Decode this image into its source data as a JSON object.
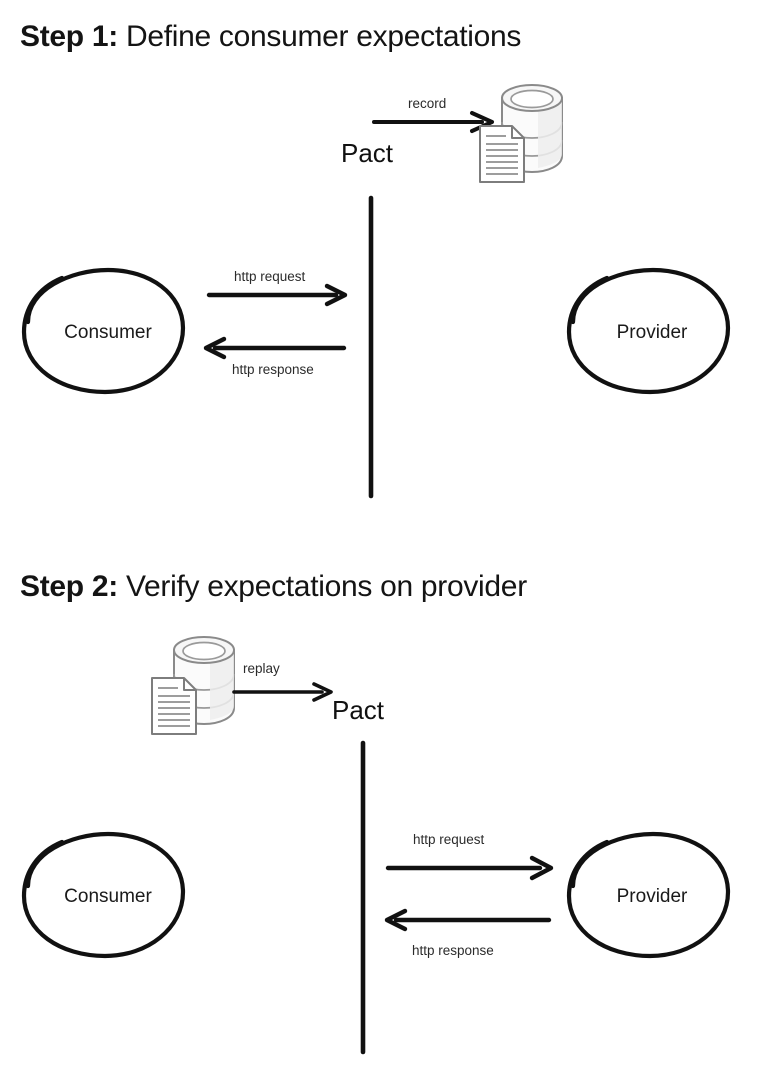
{
  "meta": {
    "background": "#ffffff",
    "ink": "#111111"
  },
  "steps": [
    {
      "id": "step-1",
      "lead": "Step 1:",
      "rest": " Define consumer expectations",
      "nodes": {
        "consumer": "Consumer",
        "provider": "Provider",
        "pact": "Pact"
      },
      "edges": [
        {
          "name": "record",
          "label": "record",
          "direction": "right"
        },
        {
          "name": "http-request",
          "label": "http request",
          "direction": "right"
        },
        {
          "name": "http-response",
          "label": "http response",
          "direction": "left"
        }
      ],
      "icons": [
        {
          "name": "pact-file-database-icon",
          "semantic": "database-with-document"
        }
      ]
    },
    {
      "id": "step-2",
      "lead": "Step 2:",
      "rest": " Verify expectations on provider",
      "nodes": {
        "consumer": "Consumer",
        "provider": "Provider",
        "pact": "Pact"
      },
      "edges": [
        {
          "name": "replay",
          "label": "replay",
          "direction": "right"
        },
        {
          "name": "http-request",
          "label": "http request",
          "direction": "right"
        },
        {
          "name": "http-response",
          "label": "http response",
          "direction": "left"
        }
      ],
      "icons": [
        {
          "name": "pact-file-database-icon",
          "semantic": "database-with-document"
        }
      ]
    }
  ]
}
